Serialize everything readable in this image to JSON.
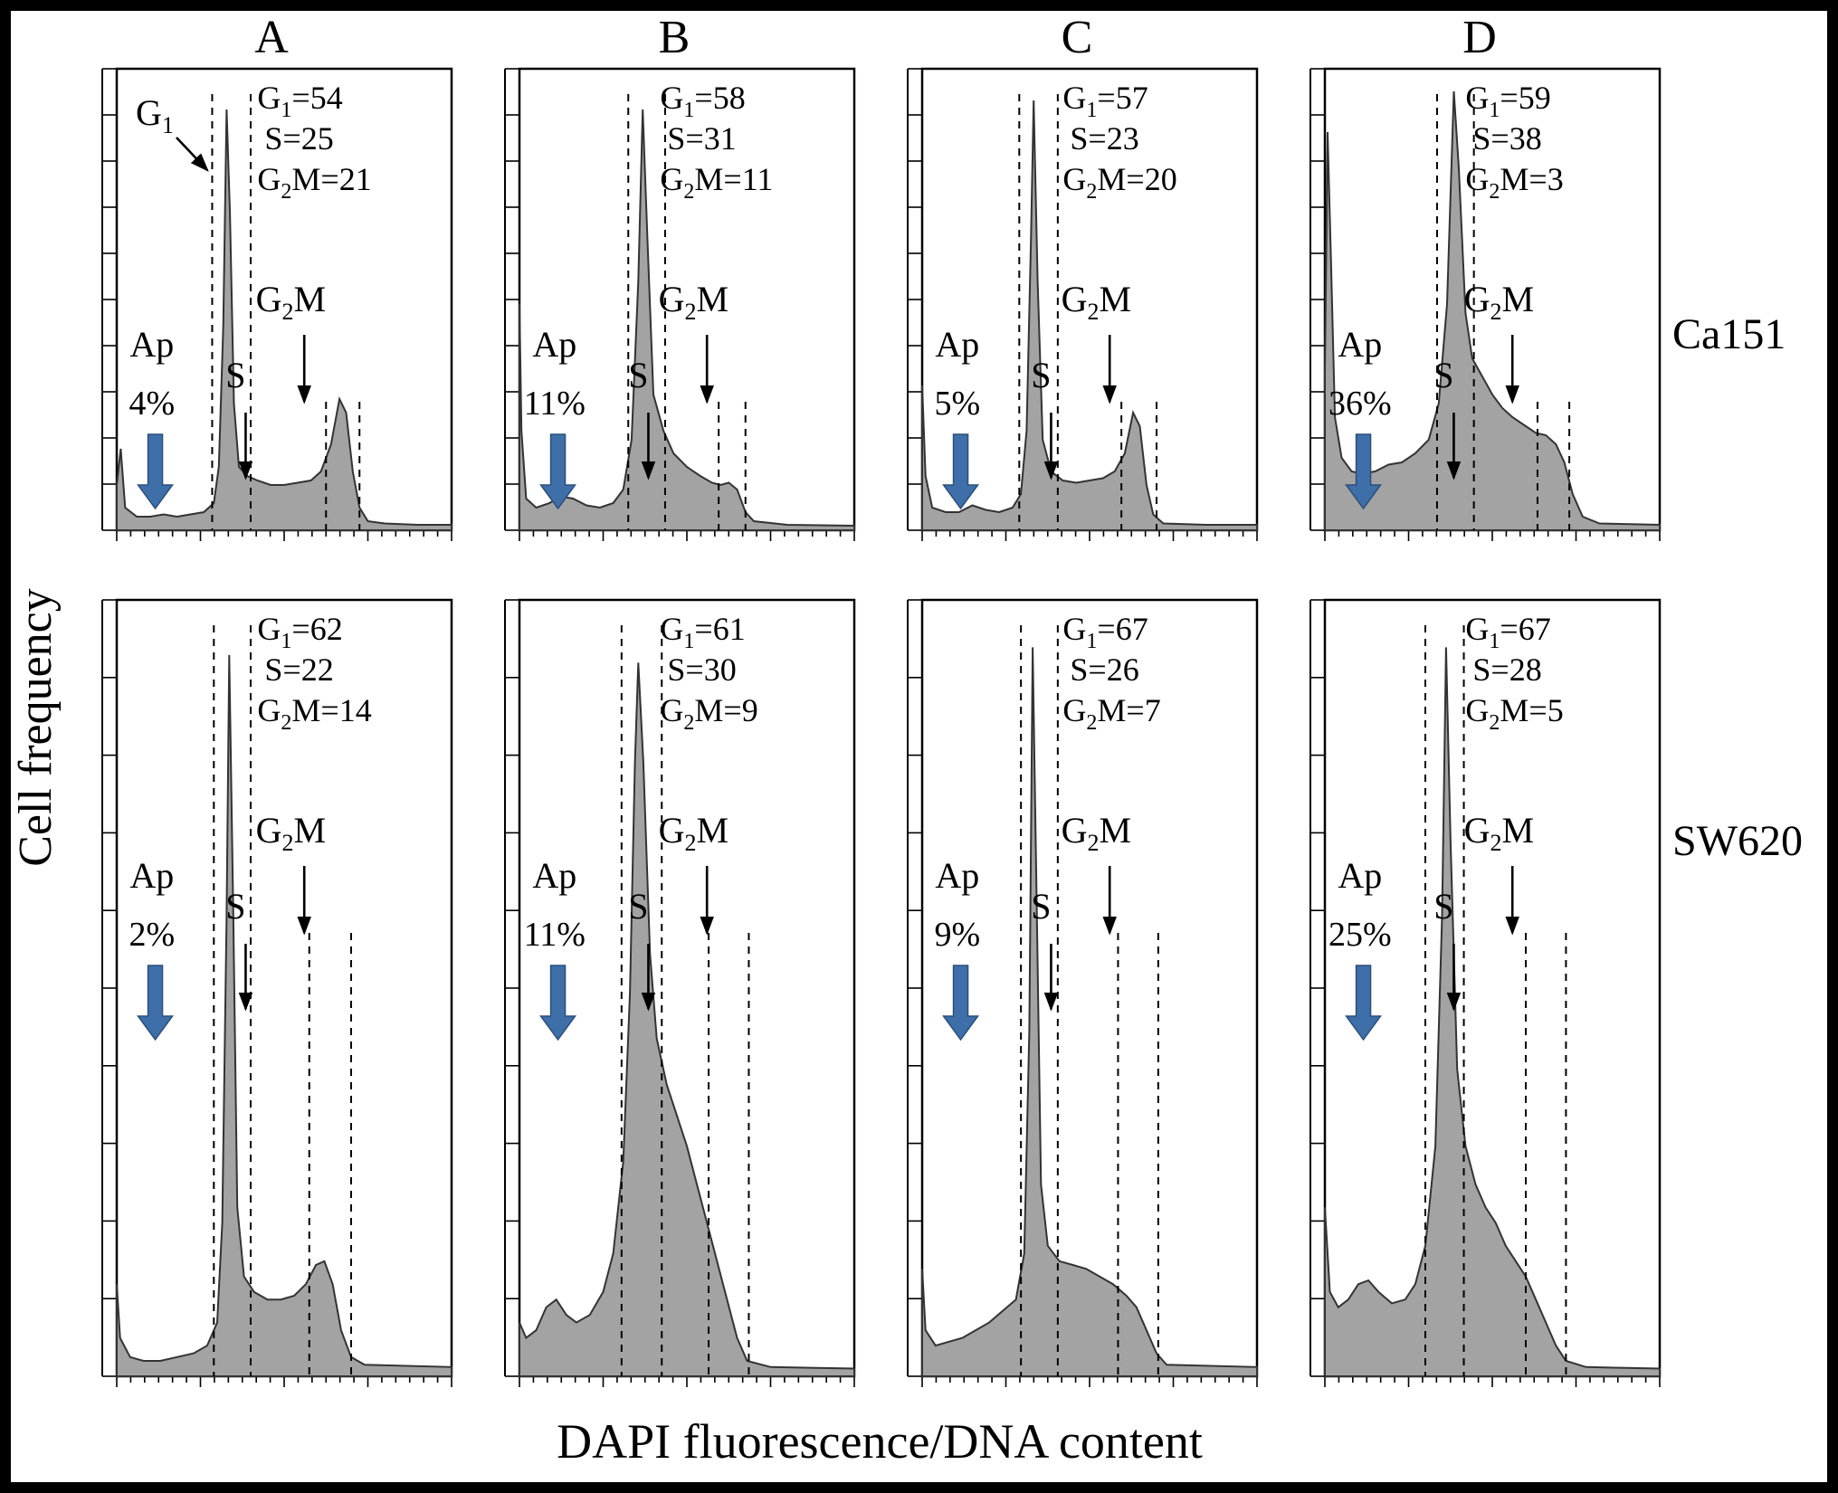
{
  "figure": {
    "columns": [
      "A",
      "B",
      "C",
      "D"
    ],
    "rows": [
      "Ca151",
      "SW620"
    ],
    "axis": {
      "y": "Cell frequency",
      "x": "DAPI fluorescence/DNA content"
    }
  },
  "labels": {
    "ap": "Ap",
    "s": "S",
    "g1": {
      "base": "G",
      "sub": "1"
    },
    "g2m": {
      "base": "G",
      "sub": "2",
      "tail": "M"
    }
  },
  "colors": {
    "histogram_fill": "#a3a3a3",
    "histogram_stroke": "#333333",
    "ap_arrow_fill": "#3e6fa8",
    "ap_arrow_stroke": "#2c4f7c",
    "text": "#000000"
  },
  "chart_data": [
    {
      "type": "area",
      "column": "A",
      "row": "Ca151",
      "stats": {
        "G1": 54,
        "S": 25,
        "G2M": 21
      },
      "apoptosis_percent": 4,
      "g1_pointer": true,
      "gates": [
        {
          "x": 0.285,
          "tall": true
        },
        {
          "x": 0.4,
          "tall": true
        },
        {
          "x": 0.625,
          "tall": false
        },
        {
          "x": 0.725,
          "tall": false
        }
      ],
      "curve": [
        [
          0,
          0.1
        ],
        [
          0.012,
          0.18
        ],
        [
          0.025,
          0.05
        ],
        [
          0.06,
          0.03
        ],
        [
          0.1,
          0.03
        ],
        [
          0.14,
          0.035
        ],
        [
          0.18,
          0.03
        ],
        [
          0.22,
          0.035
        ],
        [
          0.26,
          0.04
        ],
        [
          0.29,
          0.06
        ],
        [
          0.305,
          0.14
        ],
        [
          0.318,
          0.45
        ],
        [
          0.328,
          0.93
        ],
        [
          0.338,
          0.7
        ],
        [
          0.35,
          0.28
        ],
        [
          0.365,
          0.14
        ],
        [
          0.39,
          0.12
        ],
        [
          0.42,
          0.11
        ],
        [
          0.46,
          0.1
        ],
        [
          0.5,
          0.1
        ],
        [
          0.54,
          0.105
        ],
        [
          0.58,
          0.11
        ],
        [
          0.61,
          0.13
        ],
        [
          0.64,
          0.19
        ],
        [
          0.665,
          0.29
        ],
        [
          0.685,
          0.26
        ],
        [
          0.705,
          0.13
        ],
        [
          0.725,
          0.05
        ],
        [
          0.75,
          0.02
        ],
        [
          0.8,
          0.015
        ],
        [
          0.9,
          0.012
        ],
        [
          1,
          0.012
        ]
      ]
    },
    {
      "type": "area",
      "column": "B",
      "row": "Ca151",
      "stats": {
        "G1": 58,
        "S": 31,
        "G2M": 11
      },
      "apoptosis_percent": 11,
      "g1_pointer": false,
      "gates": [
        {
          "x": 0.325,
          "tall": true
        },
        {
          "x": 0.435,
          "tall": true
        },
        {
          "x": 0.595,
          "tall": false
        },
        {
          "x": 0.675,
          "tall": false
        }
      ],
      "curve": [
        [
          0,
          0.5
        ],
        [
          0.006,
          0.22
        ],
        [
          0.02,
          0.07
        ],
        [
          0.05,
          0.05
        ],
        [
          0.09,
          0.06
        ],
        [
          0.12,
          0.075
        ],
        [
          0.16,
          0.07
        ],
        [
          0.2,
          0.055
        ],
        [
          0.24,
          0.05
        ],
        [
          0.28,
          0.06
        ],
        [
          0.31,
          0.09
        ],
        [
          0.335,
          0.2
        ],
        [
          0.355,
          0.55
        ],
        [
          0.368,
          0.93
        ],
        [
          0.382,
          0.65
        ],
        [
          0.4,
          0.3
        ],
        [
          0.43,
          0.22
        ],
        [
          0.46,
          0.17
        ],
        [
          0.5,
          0.14
        ],
        [
          0.54,
          0.12
        ],
        [
          0.575,
          0.105
        ],
        [
          0.6,
          0.1
        ],
        [
          0.625,
          0.105
        ],
        [
          0.65,
          0.09
        ],
        [
          0.675,
          0.04
        ],
        [
          0.7,
          0.02
        ],
        [
          0.8,
          0.012
        ],
        [
          1,
          0.01
        ]
      ]
    },
    {
      "type": "area",
      "column": "C",
      "row": "Ca151",
      "stats": {
        "G1": 57,
        "S": 23,
        "G2M": 20
      },
      "apoptosis_percent": 5,
      "g1_pointer": false,
      "gates": [
        {
          "x": 0.29,
          "tall": true
        },
        {
          "x": 0.405,
          "tall": true
        },
        {
          "x": 0.595,
          "tall": false
        },
        {
          "x": 0.7,
          "tall": false
        }
      ],
      "curve": [
        [
          0,
          0.32
        ],
        [
          0.01,
          0.12
        ],
        [
          0.03,
          0.05
        ],
        [
          0.07,
          0.04
        ],
        [
          0.11,
          0.04
        ],
        [
          0.15,
          0.055
        ],
        [
          0.19,
          0.045
        ],
        [
          0.23,
          0.04
        ],
        [
          0.27,
          0.05
        ],
        [
          0.295,
          0.08
        ],
        [
          0.312,
          0.22
        ],
        [
          0.325,
          0.65
        ],
        [
          0.333,
          0.95
        ],
        [
          0.345,
          0.55
        ],
        [
          0.36,
          0.2
        ],
        [
          0.385,
          0.13
        ],
        [
          0.42,
          0.11
        ],
        [
          0.46,
          0.105
        ],
        [
          0.5,
          0.11
        ],
        [
          0.54,
          0.115
        ],
        [
          0.575,
          0.13
        ],
        [
          0.605,
          0.17
        ],
        [
          0.63,
          0.26
        ],
        [
          0.65,
          0.23
        ],
        [
          0.67,
          0.1
        ],
        [
          0.69,
          0.035
        ],
        [
          0.72,
          0.015
        ],
        [
          0.85,
          0.012
        ],
        [
          1,
          0.012
        ]
      ]
    },
    {
      "type": "area",
      "column": "D",
      "row": "Ca151",
      "stats": {
        "G1": 59,
        "S": 38,
        "G2M": 3
      },
      "apoptosis_percent": 36,
      "g1_pointer": false,
      "gates": [
        {
          "x": 0.335,
          "tall": true
        },
        {
          "x": 0.445,
          "tall": true
        },
        {
          "x": 0.635,
          "tall": false
        },
        {
          "x": 0.73,
          "tall": false
        }
      ],
      "curve": [
        [
          0,
          0.35
        ],
        [
          0.008,
          0.88
        ],
        [
          0.018,
          0.6
        ],
        [
          0.03,
          0.25
        ],
        [
          0.05,
          0.16
        ],
        [
          0.08,
          0.13
        ],
        [
          0.11,
          0.125
        ],
        [
          0.15,
          0.13
        ],
        [
          0.19,
          0.145
        ],
        [
          0.23,
          0.15
        ],
        [
          0.27,
          0.17
        ],
        [
          0.31,
          0.2
        ],
        [
          0.34,
          0.28
        ],
        [
          0.365,
          0.5
        ],
        [
          0.385,
          0.97
        ],
        [
          0.4,
          0.8
        ],
        [
          0.42,
          0.48
        ],
        [
          0.44,
          0.38
        ],
        [
          0.47,
          0.34
        ],
        [
          0.5,
          0.3
        ],
        [
          0.53,
          0.27
        ],
        [
          0.56,
          0.25
        ],
        [
          0.6,
          0.23
        ],
        [
          0.63,
          0.215
        ],
        [
          0.66,
          0.21
        ],
        [
          0.69,
          0.19
        ],
        [
          0.715,
          0.15
        ],
        [
          0.74,
          0.08
        ],
        [
          0.77,
          0.03
        ],
        [
          0.82,
          0.015
        ],
        [
          1,
          0.012
        ]
      ]
    },
    {
      "type": "area",
      "column": "A",
      "row": "SW620",
      "stats": {
        "G1": 62,
        "S": 22,
        "G2M": 14
      },
      "apoptosis_percent": 2,
      "g1_pointer": false,
      "gates": [
        {
          "x": 0.29,
          "tall": true
        },
        {
          "x": 0.4,
          "tall": true
        },
        {
          "x": 0.575,
          "tall": false
        },
        {
          "x": 0.7,
          "tall": false
        }
      ],
      "curve": [
        [
          0,
          0.12
        ],
        [
          0.01,
          0.05
        ],
        [
          0.04,
          0.025
        ],
        [
          0.08,
          0.02
        ],
        [
          0.13,
          0.02
        ],
        [
          0.18,
          0.025
        ],
        [
          0.23,
          0.03
        ],
        [
          0.27,
          0.04
        ],
        [
          0.3,
          0.07
        ],
        [
          0.315,
          0.2
        ],
        [
          0.328,
          0.6
        ],
        [
          0.336,
          0.94
        ],
        [
          0.348,
          0.6
        ],
        [
          0.36,
          0.22
        ],
        [
          0.38,
          0.13
        ],
        [
          0.41,
          0.11
        ],
        [
          0.45,
          0.1
        ],
        [
          0.49,
          0.1
        ],
        [
          0.53,
          0.105
        ],
        [
          0.565,
          0.12
        ],
        [
          0.595,
          0.145
        ],
        [
          0.62,
          0.15
        ],
        [
          0.645,
          0.12
        ],
        [
          0.67,
          0.06
        ],
        [
          0.7,
          0.025
        ],
        [
          0.74,
          0.015
        ],
        [
          1,
          0.012
        ]
      ]
    },
    {
      "type": "area",
      "column": "B",
      "row": "SW620",
      "stats": {
        "G1": 61,
        "S": 30,
        "G2M": 9
      },
      "apoptosis_percent": 11,
      "g1_pointer": false,
      "gates": [
        {
          "x": 0.305,
          "tall": true
        },
        {
          "x": 0.425,
          "tall": true
        },
        {
          "x": 0.565,
          "tall": false
        },
        {
          "x": 0.685,
          "tall": false
        }
      ],
      "curve": [
        [
          0,
          0.07
        ],
        [
          0.02,
          0.05
        ],
        [
          0.05,
          0.06
        ],
        [
          0.08,
          0.09
        ],
        [
          0.11,
          0.1
        ],
        [
          0.14,
          0.08
        ],
        [
          0.17,
          0.07
        ],
        [
          0.21,
          0.08
        ],
        [
          0.25,
          0.11
        ],
        [
          0.28,
          0.16
        ],
        [
          0.31,
          0.28
        ],
        [
          0.33,
          0.5
        ],
        [
          0.345,
          0.8
        ],
        [
          0.355,
          0.93
        ],
        [
          0.37,
          0.8
        ],
        [
          0.39,
          0.55
        ],
        [
          0.41,
          0.44
        ],
        [
          0.44,
          0.38
        ],
        [
          0.47,
          0.34
        ],
        [
          0.5,
          0.3
        ],
        [
          0.53,
          0.25
        ],
        [
          0.56,
          0.2
        ],
        [
          0.59,
          0.15
        ],
        [
          0.62,
          0.1
        ],
        [
          0.65,
          0.05
        ],
        [
          0.68,
          0.02
        ],
        [
          0.75,
          0.012
        ],
        [
          1,
          0.01
        ]
      ]
    },
    {
      "type": "area",
      "column": "C",
      "row": "SW620",
      "stats": {
        "G1": 67,
        "S": 26,
        "G2M": 7
      },
      "apoptosis_percent": 9,
      "g1_pointer": false,
      "gates": [
        {
          "x": 0.295,
          "tall": true
        },
        {
          "x": 0.405,
          "tall": true
        },
        {
          "x": 0.585,
          "tall": false
        },
        {
          "x": 0.705,
          "tall": false
        }
      ],
      "curve": [
        [
          0,
          0.14
        ],
        [
          0.01,
          0.06
        ],
        [
          0.04,
          0.04
        ],
        [
          0.08,
          0.045
        ],
        [
          0.12,
          0.05
        ],
        [
          0.16,
          0.06
        ],
        [
          0.2,
          0.07
        ],
        [
          0.24,
          0.085
        ],
        [
          0.28,
          0.1
        ],
        [
          0.305,
          0.16
        ],
        [
          0.32,
          0.45
        ],
        [
          0.33,
          0.95
        ],
        [
          0.342,
          0.62
        ],
        [
          0.355,
          0.25
        ],
        [
          0.375,
          0.17
        ],
        [
          0.41,
          0.15
        ],
        [
          0.45,
          0.145
        ],
        [
          0.49,
          0.14
        ],
        [
          0.53,
          0.13
        ],
        [
          0.57,
          0.12
        ],
        [
          0.61,
          0.105
        ],
        [
          0.64,
          0.09
        ],
        [
          0.67,
          0.06
        ],
        [
          0.7,
          0.03
        ],
        [
          0.73,
          0.015
        ],
        [
          1,
          0.012
        ]
      ]
    },
    {
      "type": "area",
      "column": "D",
      "row": "SW620",
      "stats": {
        "G1": 67,
        "S": 28,
        "G2M": 5
      },
      "apoptosis_percent": 25,
      "g1_pointer": false,
      "gates": [
        {
          "x": 0.3,
          "tall": true
        },
        {
          "x": 0.415,
          "tall": true
        },
        {
          "x": 0.6,
          "tall": false
        },
        {
          "x": 0.72,
          "tall": false
        }
      ],
      "curve": [
        [
          0,
          0.22
        ],
        [
          0.015,
          0.11
        ],
        [
          0.04,
          0.09
        ],
        [
          0.07,
          0.1
        ],
        [
          0.1,
          0.12
        ],
        [
          0.13,
          0.125
        ],
        [
          0.16,
          0.11
        ],
        [
          0.2,
          0.095
        ],
        [
          0.24,
          0.1
        ],
        [
          0.27,
          0.12
        ],
        [
          0.3,
          0.17
        ],
        [
          0.33,
          0.3
        ],
        [
          0.35,
          0.6
        ],
        [
          0.362,
          0.95
        ],
        [
          0.375,
          0.7
        ],
        [
          0.395,
          0.4
        ],
        [
          0.42,
          0.3
        ],
        [
          0.45,
          0.25
        ],
        [
          0.48,
          0.22
        ],
        [
          0.51,
          0.2
        ],
        [
          0.54,
          0.17
        ],
        [
          0.57,
          0.15
        ],
        [
          0.6,
          0.13
        ],
        [
          0.63,
          0.1
        ],
        [
          0.66,
          0.07
        ],
        [
          0.69,
          0.04
        ],
        [
          0.72,
          0.02
        ],
        [
          0.78,
          0.012
        ],
        [
          1,
          0.01
        ]
      ]
    }
  ]
}
